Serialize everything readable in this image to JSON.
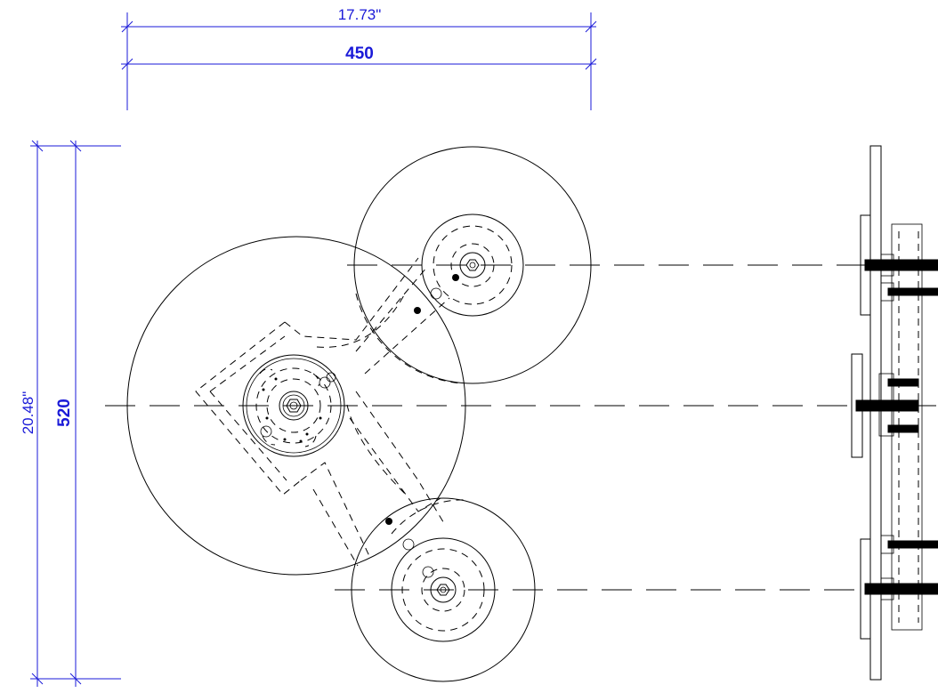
{
  "dimensions": {
    "width_inches": "17.73\"",
    "width_mm": "450",
    "height_inches": "20.48\"",
    "height_mm": "520"
  },
  "colors": {
    "dimension": "#1a1ad8",
    "linework": "#000000"
  }
}
